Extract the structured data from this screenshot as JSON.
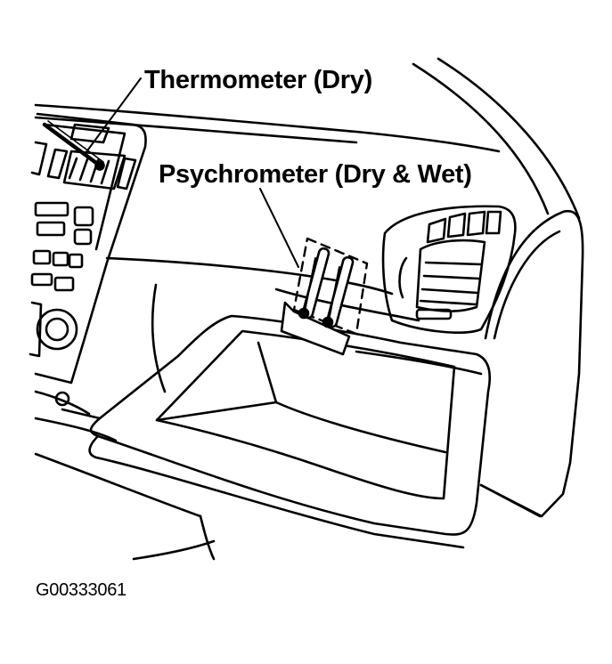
{
  "labels": {
    "thermometer": "Thermometer (Dry)",
    "psychrometer": "Psychrometer (Dry & Wet)",
    "figure_id": "G00333061"
  },
  "colors": {
    "line": "#000000",
    "background": "#ffffff"
  }
}
